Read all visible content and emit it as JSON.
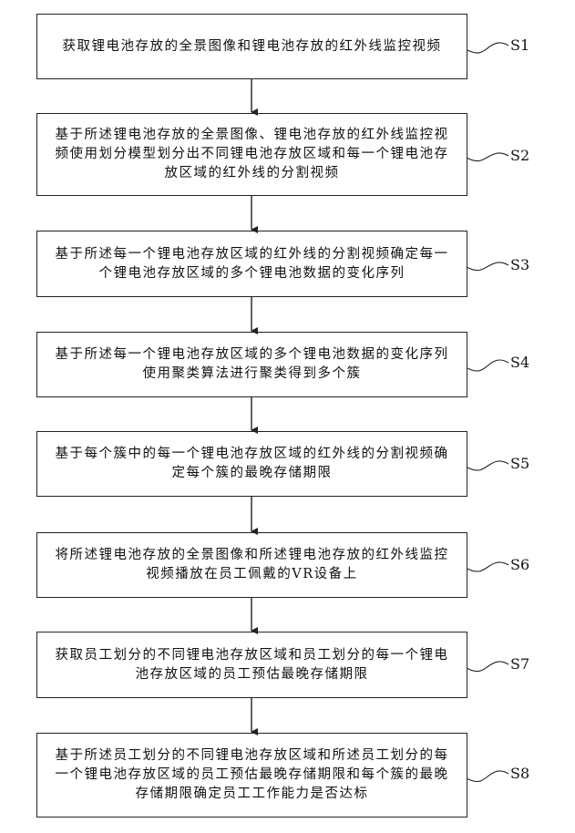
{
  "steps": [
    {
      "id": "S1",
      "text": "获取锂电池存放的全景图像和锂电池存放的红外线监控视频"
    },
    {
      "id": "S2",
      "text": "基于所述锂电池存放的全景图像、锂电池存放的红外线监控视频使用划分模型划分出不同锂电池存放区域和每一个锂电池存放区域的红外线的分割视频"
    },
    {
      "id": "S3",
      "text": "基于所述每一个锂电池存放区域的红外线的分割视频确定每一个锂电池存放区域的多个锂电池数据的变化序列"
    },
    {
      "id": "S4",
      "text": "基于所述每一个锂电池存放区域的多个锂电池数据的变化序列使用聚类算法进行聚类得到多个簇"
    },
    {
      "id": "S5",
      "text": "基于每个簇中的每一个锂电池存放区域的红外线的分割视频确定每个簇的最晚存储期限"
    },
    {
      "id": "S6",
      "text": "将所述锂电池存放的全景图像和所述锂电池存放的红外线监控视频播放在员工佩戴的VR设备上"
    },
    {
      "id": "S7",
      "text": "获取员工划分的不同锂电池存放区域和员工划分的每一个锂电池存放区域的员工预估最晚存储期限"
    },
    {
      "id": "S8",
      "text": "基于所述员工划分的不同锂电池存放区域和所述员工划分的每一个锂电池存放区域的员工预估最晚存储期限和每个簇的最晚存储期限确定员工工作能力是否达标"
    }
  ]
}
